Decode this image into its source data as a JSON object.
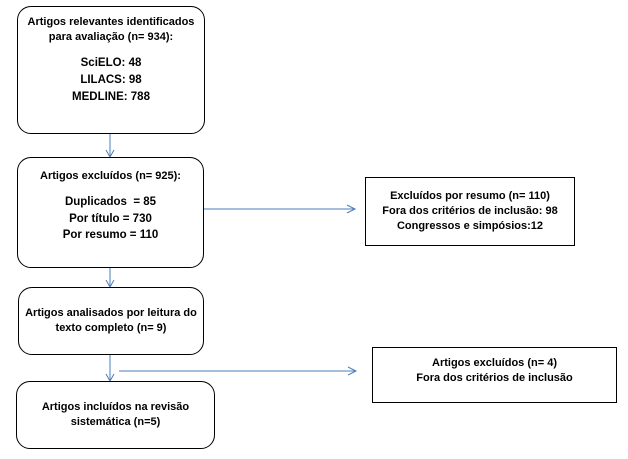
{
  "colors": {
    "box_border": "#000000",
    "arrow": "#4a7ebb",
    "background": "#ffffff"
  },
  "identified": {
    "title_line1": "Artigos relevantes identificados",
    "title_line2": "para avaliação (n= 934):",
    "counts": [
      "SciELO: 48",
      "LILACS: 98",
      "MEDLINE: 788"
    ]
  },
  "excluded": {
    "title": "Artigos excluídos (n= 925):",
    "counts": [
      "Duplicados  = 85",
      "Por título = 730",
      "Por resumo = 110"
    ]
  },
  "full_text": {
    "line1": "Artigos analisados por leitura do",
    "line2": "texto completo (n= 9)"
  },
  "included": {
    "line1": "Artigos incluídos na revisão",
    "line2": "sistemática (n=5)"
  },
  "excluded_by_abstract": {
    "lines": [
      "Excluídos por resumo (n= 110)",
      "Fora dos critérios de inclusão: 98",
      "Congressos e simpósios:12"
    ]
  },
  "excluded_full_text": {
    "lines": [
      "Artigos excluídos (n= 4)",
      "Fora dos critérios de inclusão"
    ]
  }
}
